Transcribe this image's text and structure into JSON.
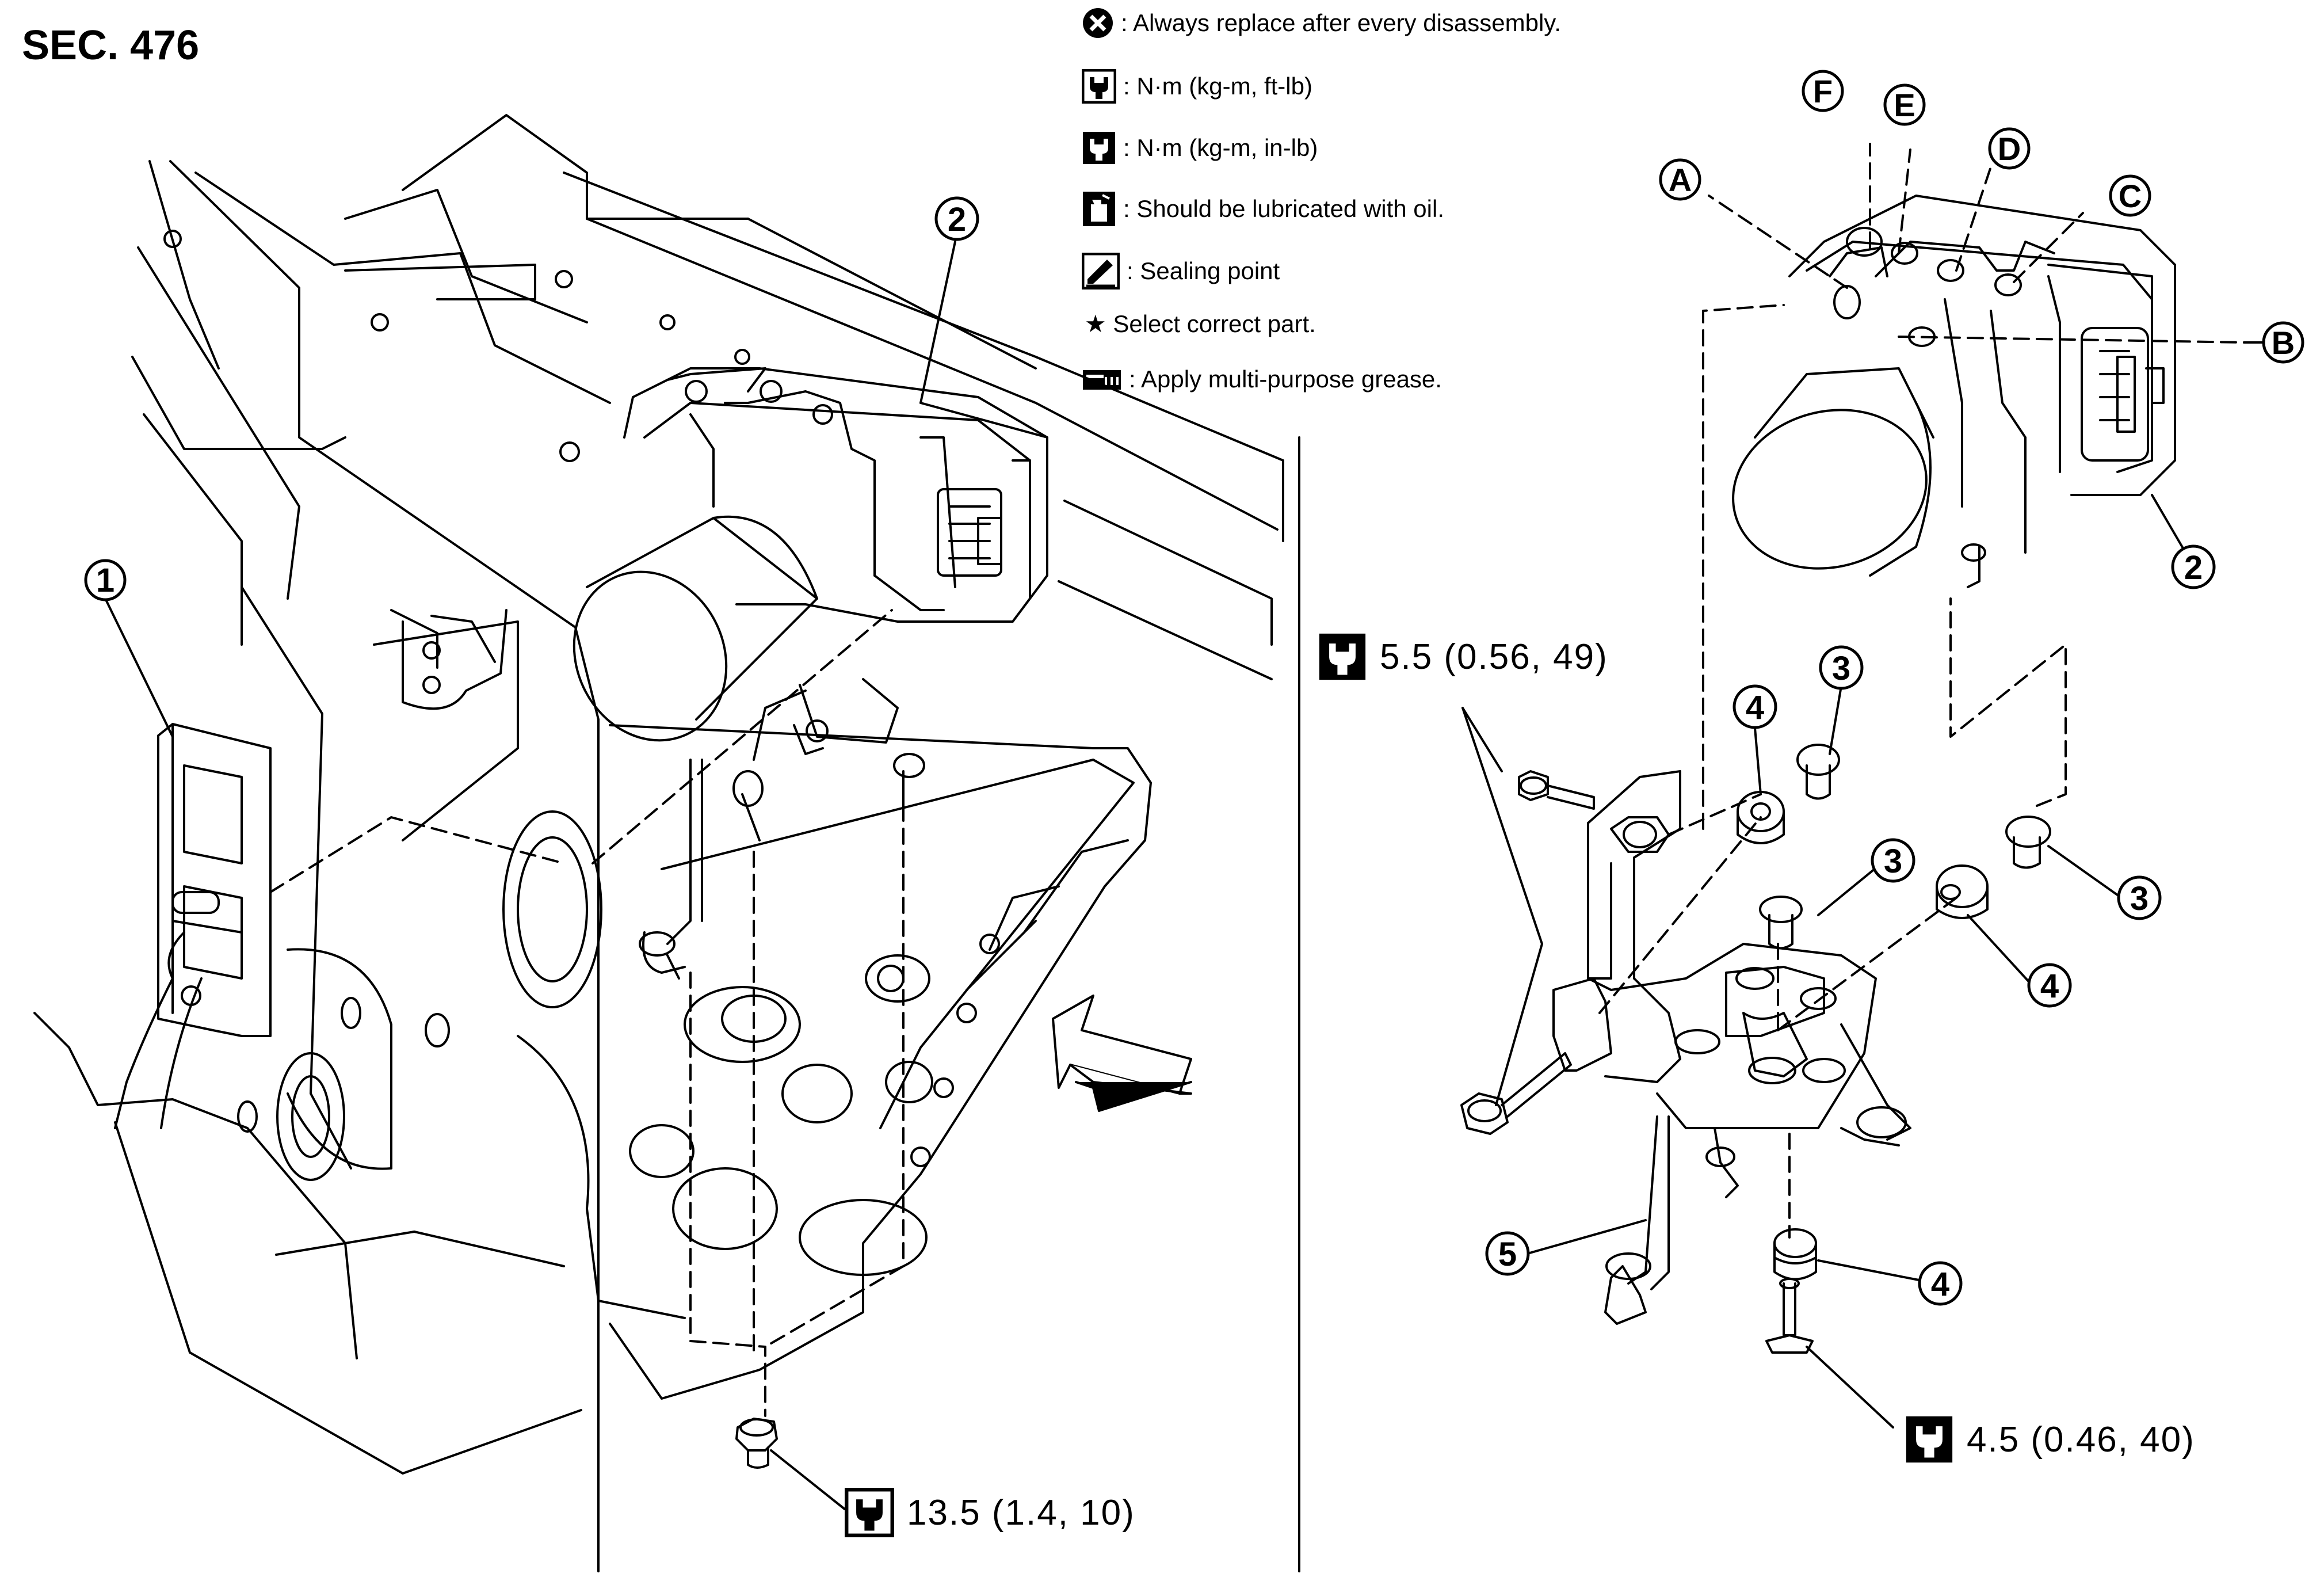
{
  "section_label": "SEC. 476",
  "legend": [
    {
      "icon": "x-circle-icon",
      "text": ": Always replace after every disassembly."
    },
    {
      "icon": "torque-wrench-icon",
      "text": ": N·m (kg-m, ft-lb)"
    },
    {
      "icon": "torque-wrench-filled-icon",
      "text": ": N·m (kg-m, in-lb)"
    },
    {
      "icon": "oil-can-icon",
      "text": ": Should be lubricated with oil."
    },
    {
      "icon": "sealant-icon",
      "text": ": Sealing point"
    },
    {
      "icon": "star-icon",
      "text": "★ Select correct part."
    },
    {
      "icon": "grease-icon",
      "text": ": Apply multi-purpose grease."
    }
  ],
  "torques": {
    "upper_bolt": "5.5 (0.56, 49)",
    "lower_bolt": "4.5 (0.46, 40)",
    "nut": "13.5 (1.4, 10)"
  },
  "callouts": {
    "n1": "1",
    "n2": "2",
    "n3": "3",
    "n4": "4",
    "n5": "5",
    "A": "A",
    "B": "B",
    "C": "C",
    "D": "D",
    "E": "E",
    "F": "F"
  },
  "colors": {
    "ink": "#000000",
    "paper": "#ffffff"
  }
}
